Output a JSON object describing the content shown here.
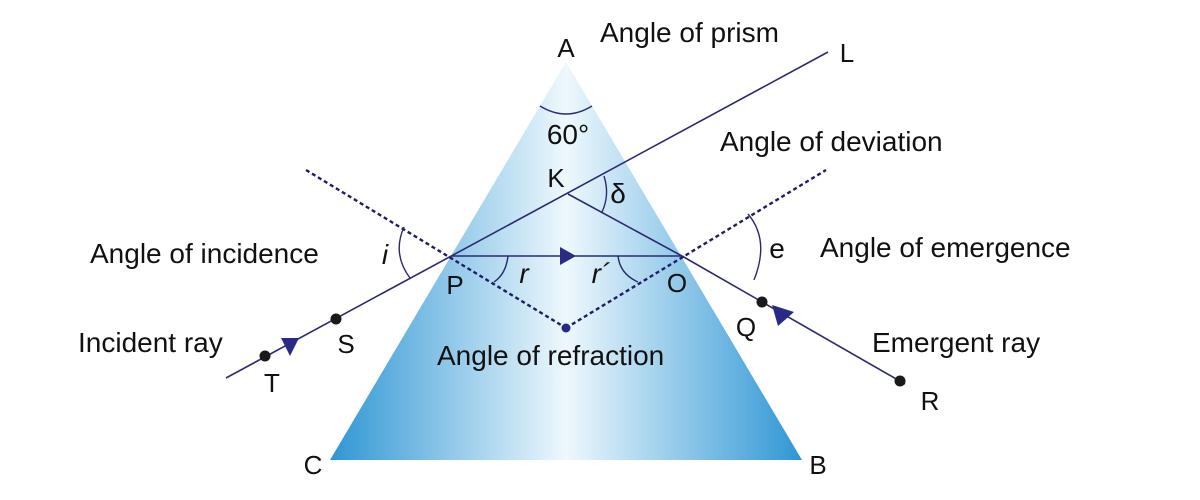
{
  "colors": {
    "ray": "#2b2a70",
    "normal": "#1f1d66",
    "prism_dark": "#2f96d4",
    "prism_light": "#eef8fd",
    "marker": "#2a2a86",
    "dot": "#1a1a1a"
  },
  "vertices": {
    "a": "A",
    "b": "B",
    "c": "C"
  },
  "points": {
    "p": "P",
    "o": "O",
    "k": "K",
    "s": "S",
    "t": "T",
    "q": "Q",
    "r": "R",
    "l": "L"
  },
  "angles": {
    "prism_value": "60°",
    "incidence_symbol": "i",
    "refraction_symbol": "r",
    "refraction_prime_symbol": "r´",
    "emergence_symbol": "e",
    "deviation_symbol": "δ"
  },
  "labels": {
    "angle_of_prism": "Angle of prism",
    "angle_of_deviation": "Angle of deviation",
    "angle_of_incidence": "Angle of incidence",
    "angle_of_emergence": "Angle of emergence",
    "incident_ray": "Incident ray",
    "emergent_ray": "Emergent ray",
    "angle_of_refraction": "Angle of refraction"
  }
}
